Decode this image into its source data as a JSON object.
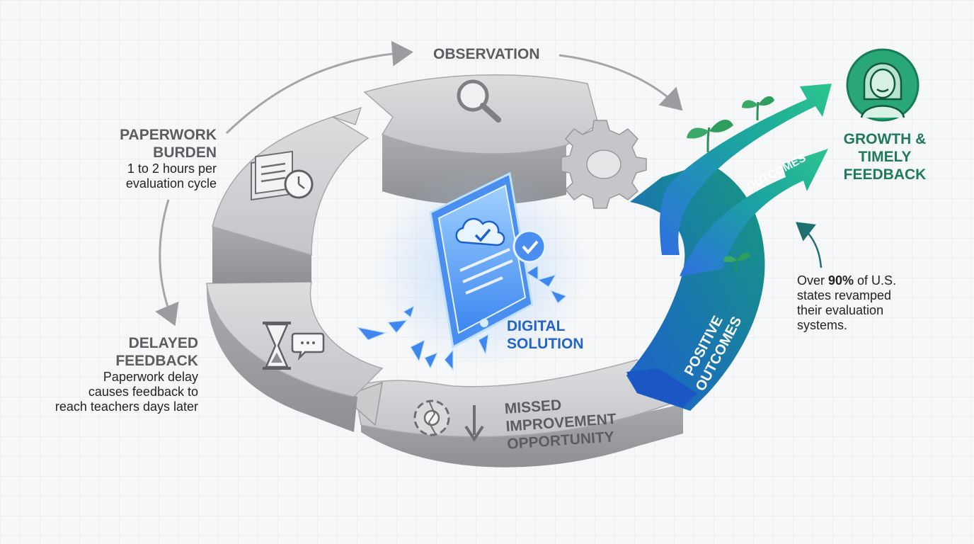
{
  "labels": {
    "observation": "OBSERVATION",
    "paperwork": {
      "title_line1": "PAPERWORK",
      "title_line2": "BURDEN",
      "body_line1": "1 to 2 hours per",
      "body_line2": "evaluation cycle"
    },
    "delayed": {
      "title_line1": "DELAYED",
      "title_line2": "FEEDBACK",
      "body_line1": "Paperwork delay",
      "body_line2": "causes feedback to",
      "body_line3": "reach teachers days later"
    },
    "missed": {
      "line1": "MISSED",
      "line2": "IMPROVEMENT",
      "line3": "OPPORTUNITY"
    },
    "digital": {
      "line1": "DIGITAL",
      "line2": "SOLUTION"
    },
    "outcomes_arrow": "OUTCOMES",
    "positive": {
      "line1": "POSITIVE",
      "line2": "OUTCOMES"
    },
    "growth": {
      "line1": "GROWTH &",
      "line2": "TIMELY",
      "line3": "FEEDBACK"
    },
    "stat": {
      "pre": "Over ",
      "bold": "90%",
      "post": " of U.S.",
      "line2": "states revamped",
      "line3": "their evaluation",
      "line4": "systems."
    }
  },
  "icons": [
    "magnifier-icon",
    "gear-icon",
    "document-stack-icon",
    "clock-icon",
    "hourglass-icon",
    "speech-bubble-icon",
    "broken-gear-icon",
    "down-arrow-icon",
    "tablet-icon",
    "cloud-check-icon",
    "check-badge-icon",
    "sprout-icon",
    "teacher-avatar-icon"
  ],
  "colors": {
    "gray_ring": "#b9bbbd",
    "blue_accent": "#2f80ed",
    "teal_accent": "#1fa98a",
    "green_text": "#1f7a5a",
    "digital_text": "#2364c7"
  }
}
